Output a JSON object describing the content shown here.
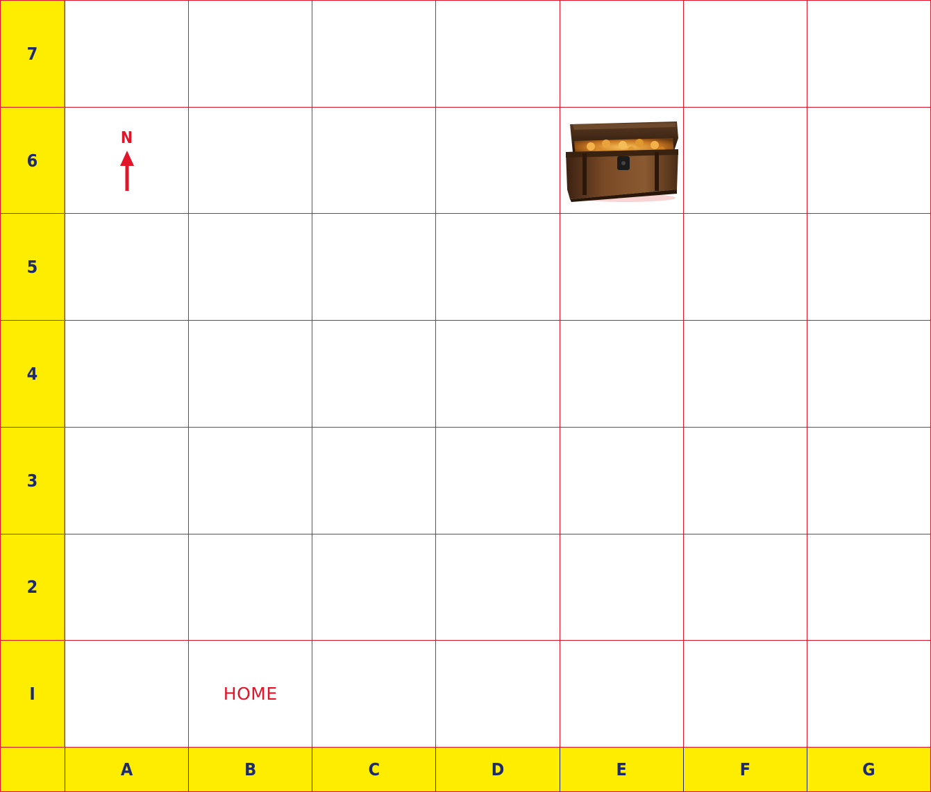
{
  "board": {
    "row_labels": [
      "7",
      "6",
      "5",
      "4",
      "3",
      "2",
      "I"
    ],
    "column_labels": [
      "A",
      "B",
      "C",
      "D",
      "E",
      "F",
      "G"
    ],
    "compass": {
      "letter": "N",
      "icon": "north-arrow-icon",
      "cell": "A6"
    },
    "home": {
      "label": "HOME",
      "cell": "B1"
    },
    "treasure": {
      "icon": "treasure-chest-icon",
      "cell": "E6"
    }
  },
  "colors": {
    "label_background": "#ffed00",
    "label_text": "#1d2b6b",
    "grid_lines": "#e2142a",
    "accent_red": "#e2142a"
  }
}
